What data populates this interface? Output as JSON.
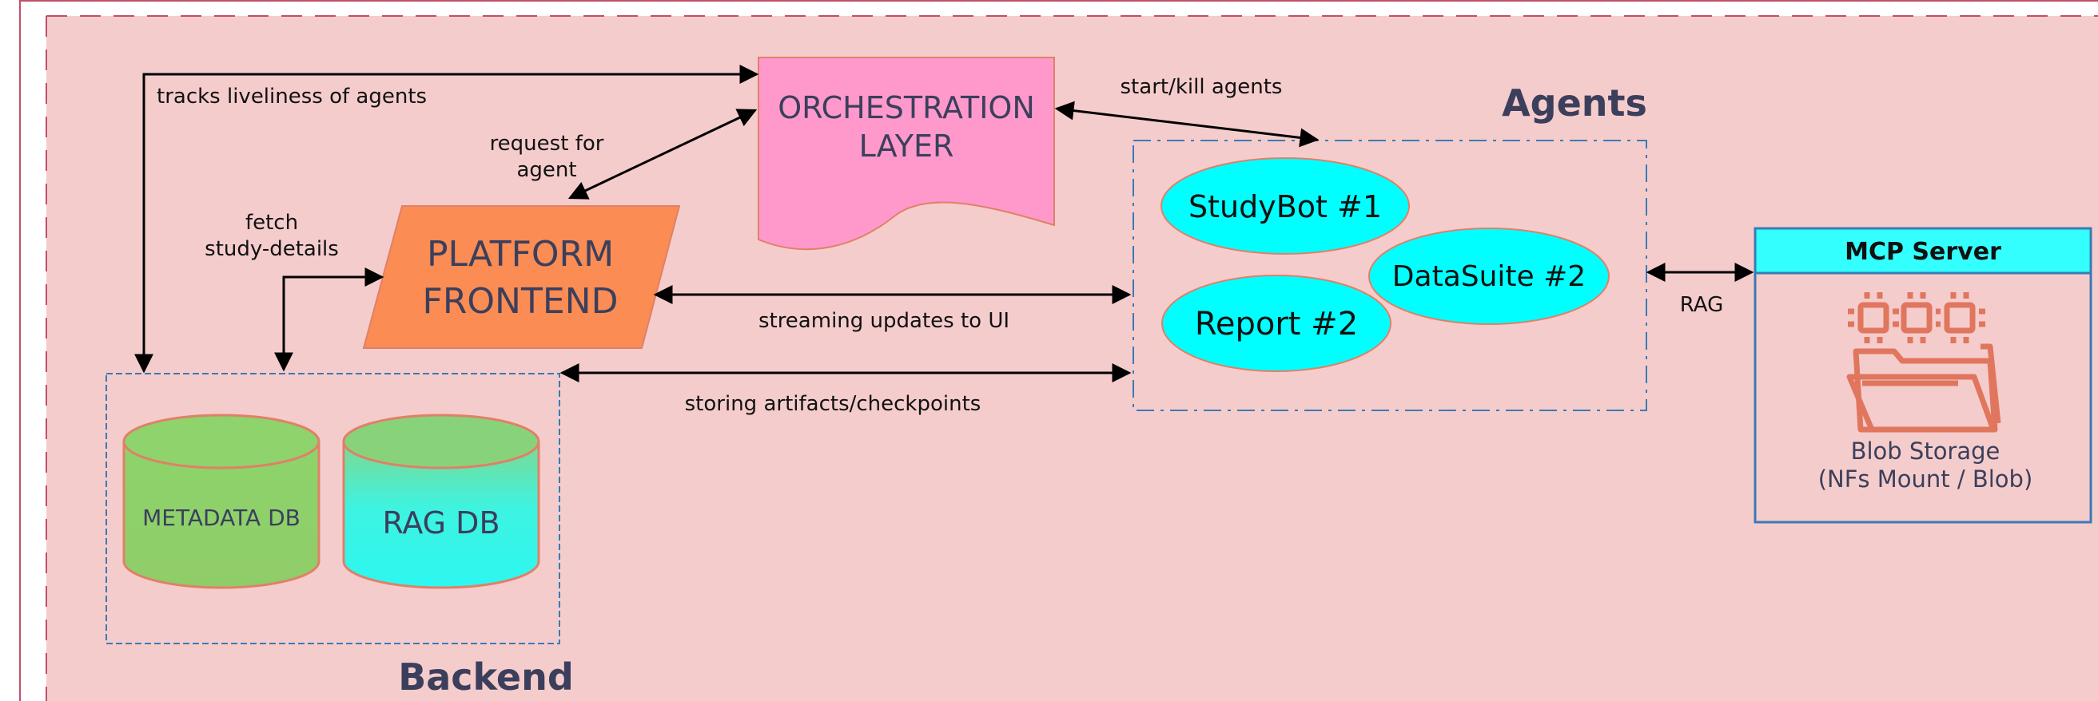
{
  "nodes": {
    "orchestration": {
      "line1": "ORCHESTRATION",
      "line2": "LAYER"
    },
    "platform": {
      "line1": "PLATFORM",
      "line2": "FRONTEND"
    },
    "agents_group": {
      "title": "Agents"
    },
    "backend_group": {
      "title": "Backend"
    },
    "studybot": {
      "label": "StudyBot #1"
    },
    "datasuite": {
      "label": "DataSuite #2"
    },
    "report": {
      "label": "Report #2"
    },
    "metadata_db": {
      "label": "METADATA DB"
    },
    "rag_db": {
      "label": "RAG DB"
    },
    "mcp_server": {
      "title": "MCP Server",
      "storage_line1": "Blob Storage",
      "storage_line2": "(NFs Mount / Blob)"
    }
  },
  "edges": {
    "tracks_liveliness": "tracks liveliness of agents",
    "request_agent_1": "request for",
    "request_agent_2": "agent",
    "fetch_details_1": "fetch",
    "fetch_details_2": "study-details",
    "start_kill": "start/kill agents",
    "streaming_updates": "streaming updates to UI",
    "storing_artifacts": "storing artifacts/checkpoints",
    "rag": "RAG"
  },
  "colors": {
    "background": "#f5cccc",
    "frame_border": "#c0506a",
    "orchestration_fill": "#ff99cc",
    "platform_fill": "#fa8c54",
    "agent_fill": "#00ffff",
    "metadata_fill": "#8fcf69",
    "rag_db_fill": "#2ef5ec",
    "mcp_header_fill": "#33ffff",
    "group_border": "#3a7ab5",
    "shape_stroke": "#e08068",
    "text_dark": "#3b3f5c",
    "arrow": "#000000"
  }
}
